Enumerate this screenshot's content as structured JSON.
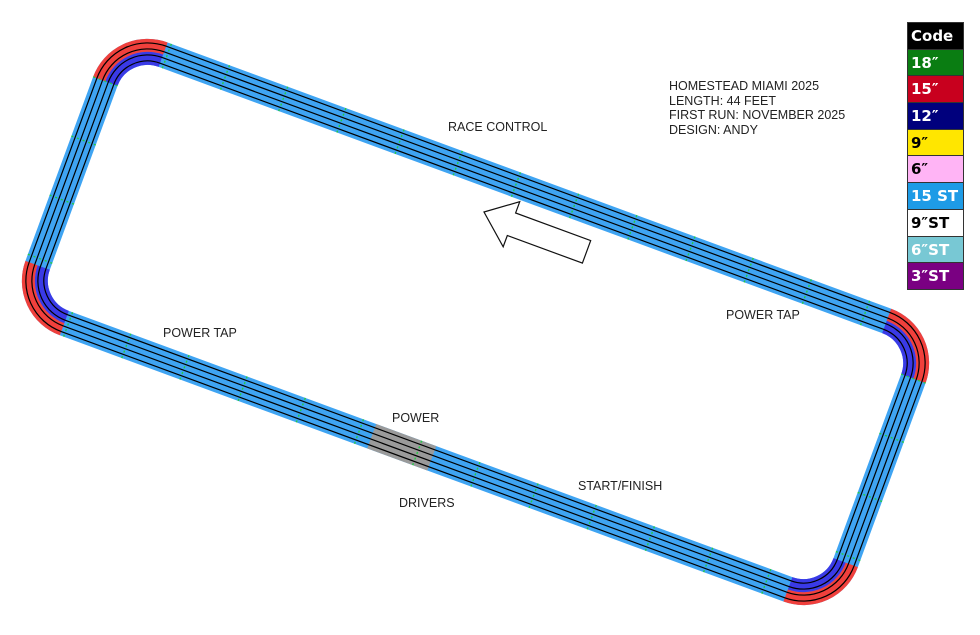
{
  "info": {
    "lines": [
      "HOMESTEAD MIAMI 2025",
      "LENGTH:  44 FEET",
      "FIRST RUN:  NOVEMBER 2025",
      "DESIGN: ANDY"
    ]
  },
  "labels": {
    "race_control": "RACE CONTROL",
    "power_tap_left": "POWER TAP",
    "power_tap_right": "POWER TAP",
    "power": "POWER",
    "drivers": "DRIVERS",
    "start_finish": "START/FINISH"
  },
  "legend": [
    {
      "label": "Code",
      "bg": "#000000",
      "fg": "#ffffff"
    },
    {
      "label": "18″",
      "bg": "#0a7d12",
      "fg": "#ffffff"
    },
    {
      "label": "15″",
      "bg": "#c8001e",
      "fg": "#ffffff"
    },
    {
      "label": "12″",
      "bg": "#00007d",
      "fg": "#ffffff"
    },
    {
      "label": "9″",
      "bg": "#ffe600",
      "fg": "#000000"
    },
    {
      "label": "6″",
      "bg": "#ffb4f5",
      "fg": "#000000"
    },
    {
      "label": "15 ST",
      "bg": "#1e9be6",
      "fg": "#ffffff"
    },
    {
      "label": "9″ST",
      "bg": "#ffffff",
      "fg": "#000000"
    },
    {
      "label": "6″ST",
      "bg": "#78c8d4",
      "fg": "#ffffff"
    },
    {
      "label": "3″ST",
      "bg": "#7a0082",
      "fg": "#ffffff"
    }
  ],
  "colors": {
    "straight": "#3fa4f2",
    "curve_15": "#f0403c",
    "curve_12": "#3a3ae6",
    "power": "#9a9a9a",
    "lane": "#000000",
    "joint": "#22cc44"
  }
}
